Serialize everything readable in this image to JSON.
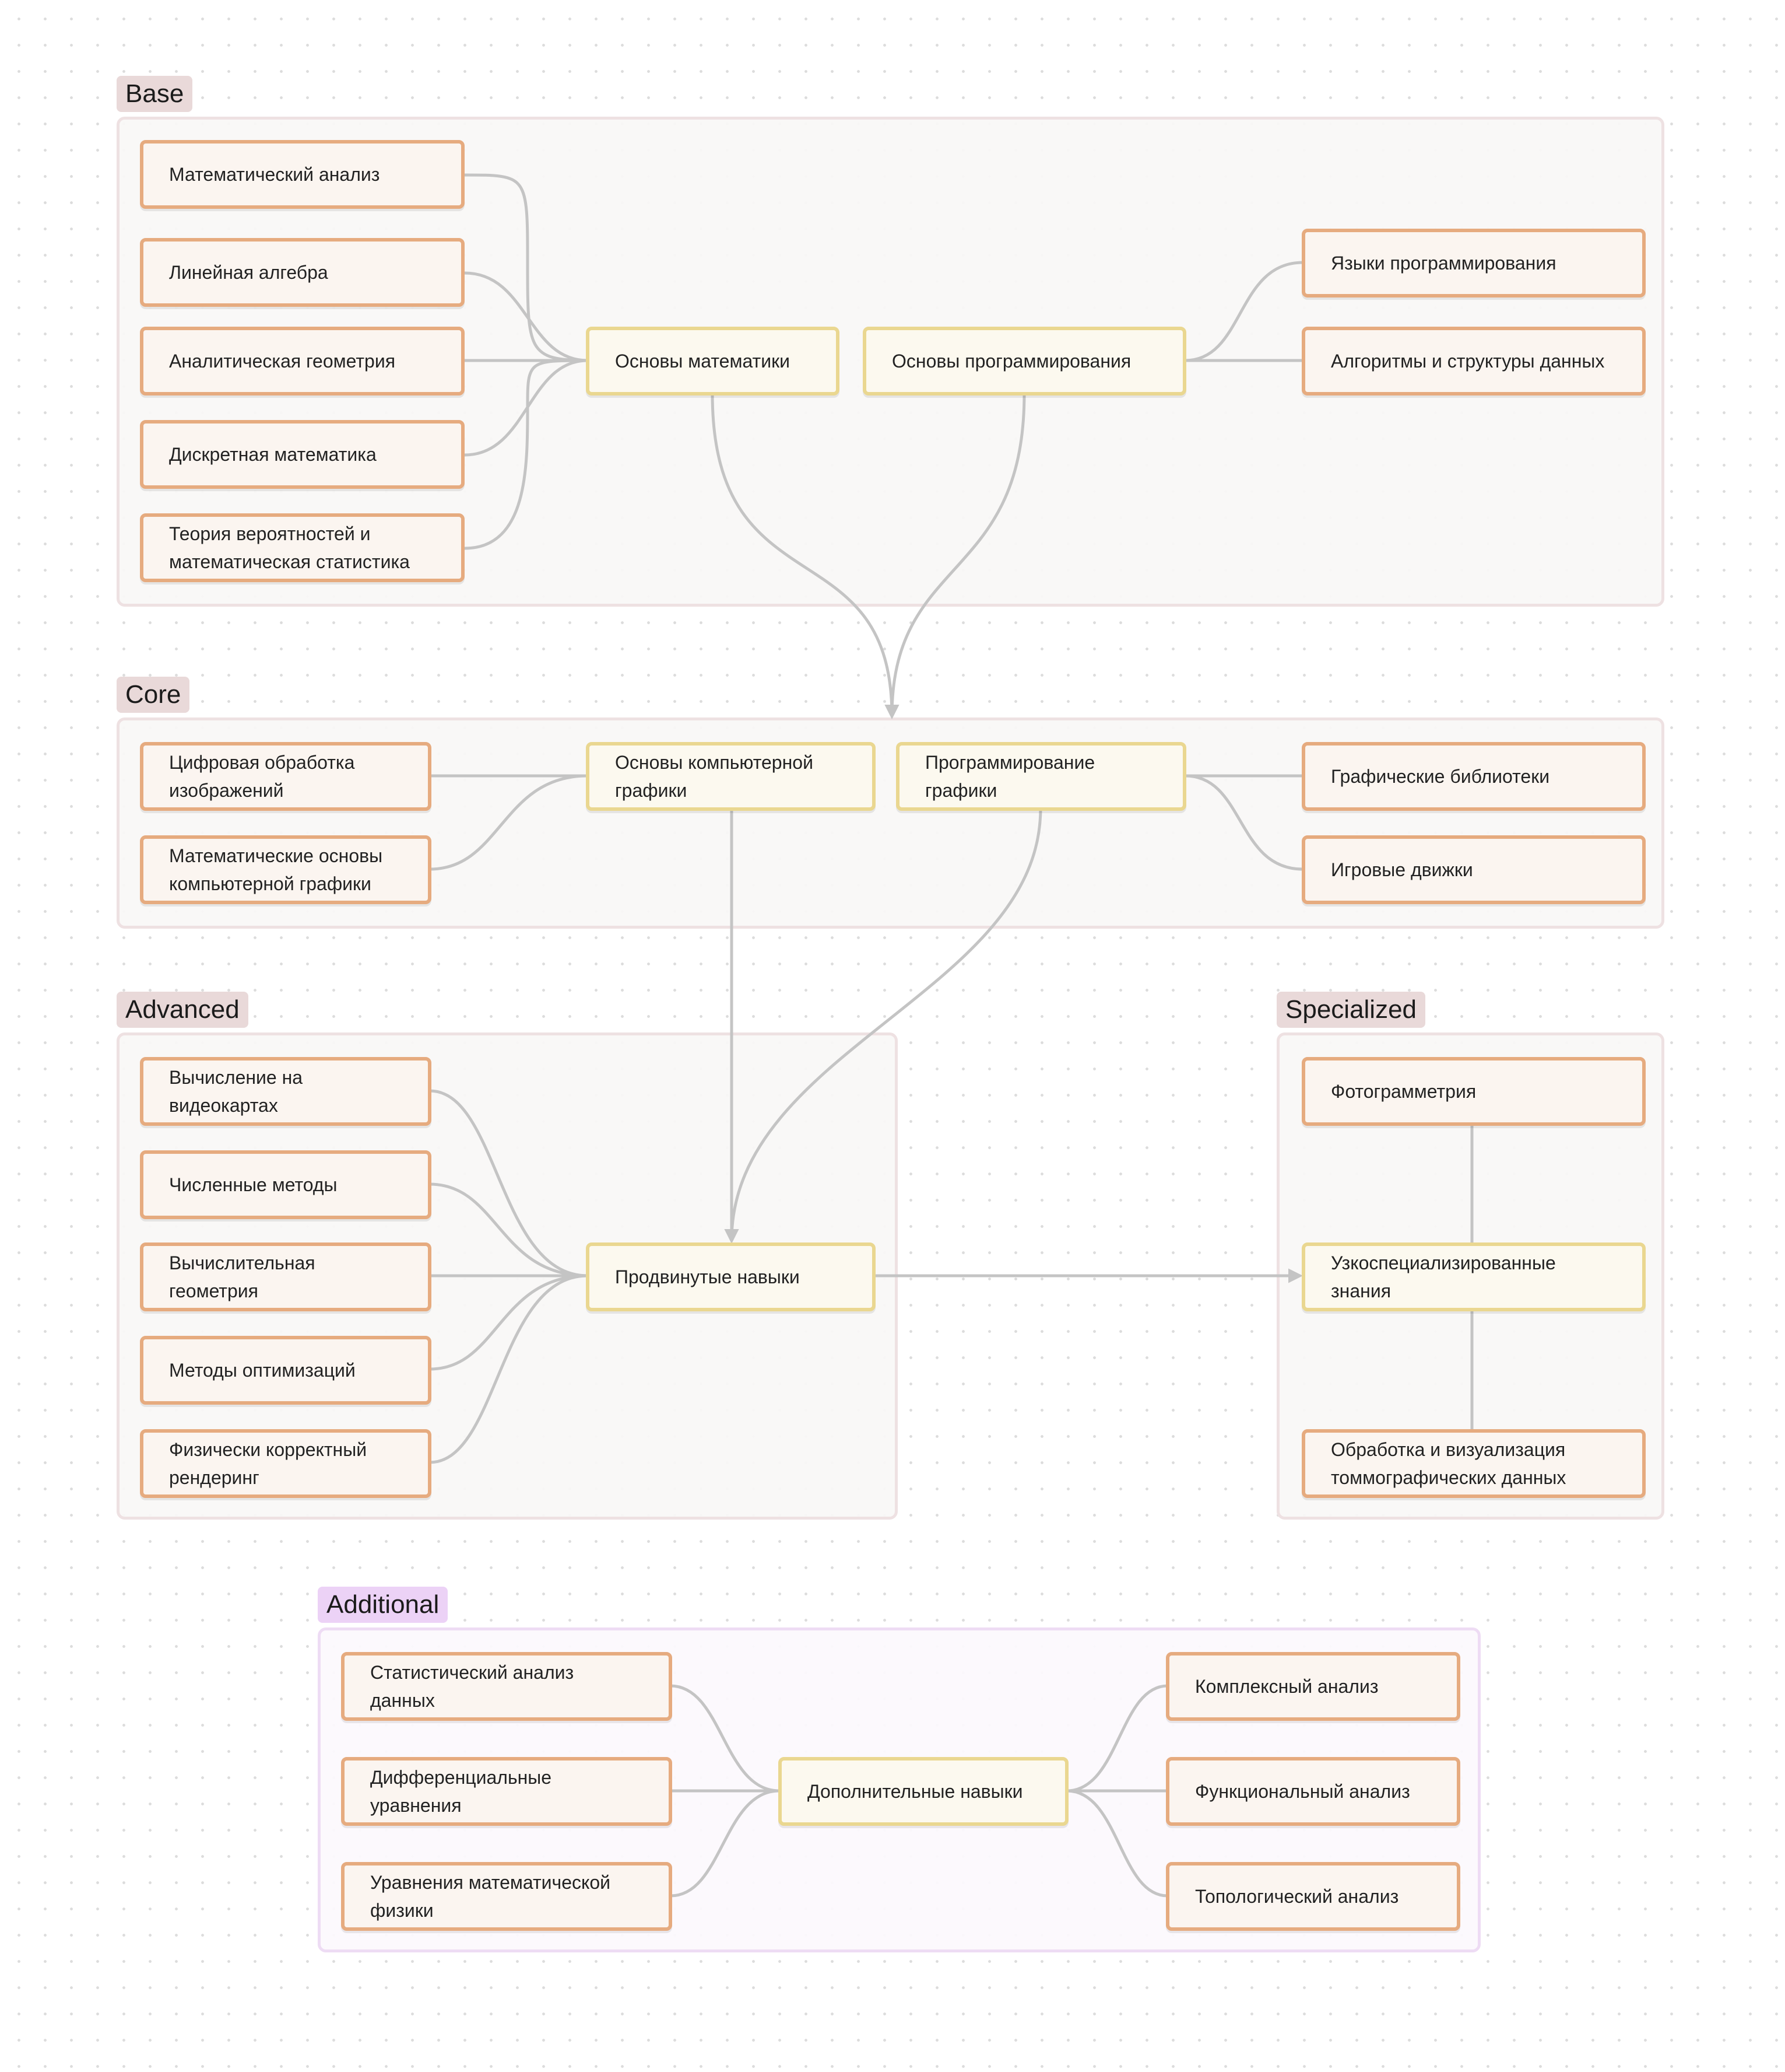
{
  "groups": {
    "base": {
      "label": "Base"
    },
    "core": {
      "label": "Core"
    },
    "advanced": {
      "label": "Advanced"
    },
    "specialized": {
      "label": "Specialized"
    },
    "additional": {
      "label": "Additional"
    }
  },
  "nodes": {
    "math_analysis": "Математический анализ",
    "linear_algebra": "Линейная алгебра",
    "analytic_geometry": "Аналитическая геометрия",
    "discrete_math": "Дискретная математика",
    "probability": "Теория вероятностей и математическая статистика",
    "math_basics": "Основы математики",
    "prog_basics": "Основы программирования",
    "prog_languages": "Языки программирования",
    "algorithms": "Алгоритмы и структуры данных",
    "digital_image": "Цифровая обработка изображений",
    "cg_math": "Математические основы компьютерной графики",
    "cg_basics": "Основы компьютерной графики",
    "graphics_prog": "Программирование графики",
    "graphics_libs": "Графические библиотеки",
    "game_engines": "Игровые движки",
    "gpu_computing": "Вычисление на видеокартах",
    "numerical_methods": "Численные методы",
    "comp_geometry": "Вычислительная геометрия",
    "optimization": "Методы оптимизаций",
    "pbr": "Физически корректный рендеринг",
    "advanced_skills": "Продвинутые навыки",
    "photogrammetry": "Фотограмметрия",
    "specialized_knowledge": "Узкоспециализированные знания",
    "tomography": "Обработка и визуализация томмографических данных",
    "stat_analysis": "Статистический анализ данных",
    "diff_equations": "Дифференциальные уравнения",
    "math_physics": "Уравнения математической физики",
    "additional_skills": "Дополнительные навыки",
    "complex_analysis": "Комплексный анализ",
    "functional_analysis": "Функциональный анализ",
    "topological_analysis": "Топологический анализ"
  },
  "colors": {
    "edge": "#c4c4c4",
    "node_border": "#e6ab7f",
    "hub_border": "#ead790",
    "group_label_bg": "#e9d9d9",
    "additional_label_bg": "#ecd2f6"
  }
}
